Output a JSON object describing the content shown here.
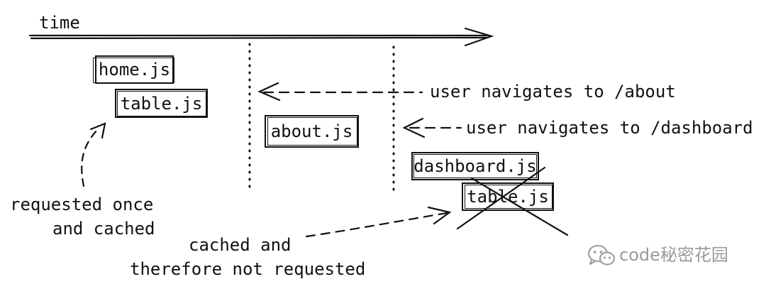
{
  "timeline": {
    "label": "time"
  },
  "boxes": {
    "home": "home.js",
    "table_first": "table.js",
    "about": "about.js",
    "dashboard": "dashboard.js",
    "table_second": "table.js"
  },
  "arrows": {
    "about": "user navigates to /about",
    "dashboard": "user navigates to /dashboard"
  },
  "notes": {
    "requested_line1": "requested once",
    "requested_line2": "and cached",
    "cached_line1": "cached and",
    "cached_line2": "therefore not requested"
  },
  "watermark": {
    "text": "code秘密花园",
    "icon": "wechat-icon"
  }
}
